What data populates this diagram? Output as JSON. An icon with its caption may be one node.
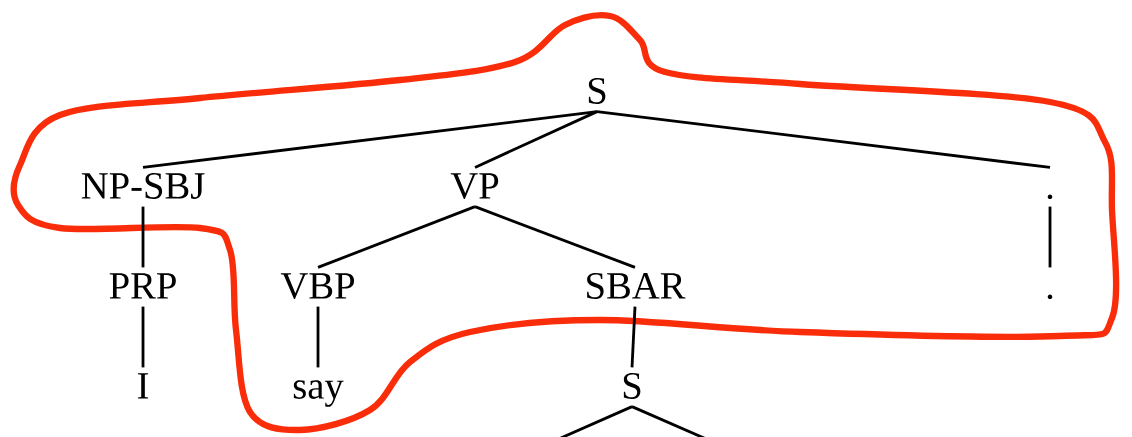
{
  "diagram": {
    "nodes": [
      {
        "text": [
          "S"
        ]
      },
      {
        "text": [
          "NP-SBJ"
        ]
      },
      {
        "text": [
          "VP"
        ]
      },
      {
        "text": [
          "."
        ]
      },
      {
        "text": [
          "PRP"
        ]
      },
      {
        "text": [
          "VBP"
        ]
      },
      {
        "text": [
          "SBAR"
        ]
      },
      {
        "text": [
          "."
        ]
      },
      {
        "text": [
          "I"
        ]
      },
      {
        "text": [
          "say"
        ]
      },
      {
        "text": [
          "S"
        ]
      }
    ],
    "edges": [
      {
        "from": 0,
        "to": 1,
        "arrow": "none"
      },
      {
        "from": 0,
        "to": 2,
        "arrow": "none"
      },
      {
        "from": 0,
        "to": 3,
        "arrow": "none"
      },
      {
        "from": 1,
        "to": 4,
        "arrow": "none"
      },
      {
        "from": 2,
        "to": 5,
        "arrow": "none"
      },
      {
        "from": 2,
        "to": 6,
        "arrow": "none"
      },
      {
        "from": 3,
        "to": 7,
        "arrow": "none"
      },
      {
        "from": 4,
        "to": 8,
        "arrow": "none"
      },
      {
        "from": 5,
        "to": 9,
        "arrow": "none"
      },
      {
        "from": 6,
        "to": 10,
        "arrow": "none"
      },
      {
        "from": 10,
        "to": null,
        "arrow": "none"
      },
      {
        "from": 10,
        "to": null,
        "arrow": "none"
      }
    ]
  }
}
